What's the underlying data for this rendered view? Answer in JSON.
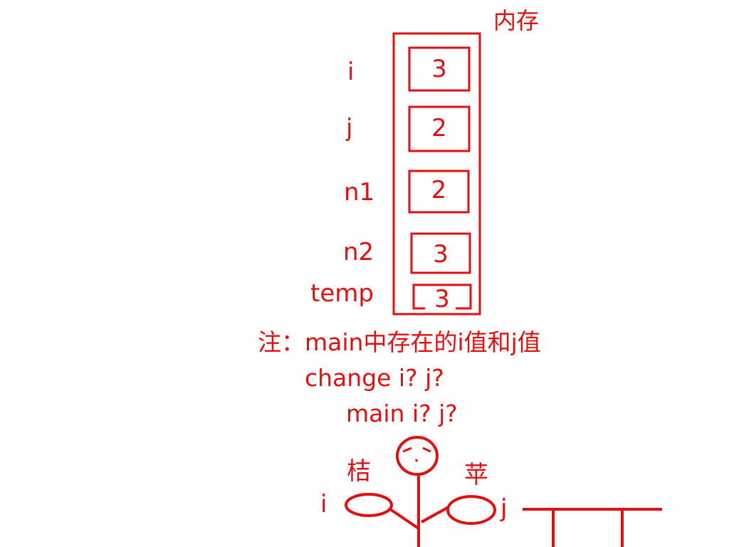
{
  "memory": {
    "title": "内存",
    "cells": [
      {
        "name": "i",
        "value": "3"
      },
      {
        "name": "j",
        "value": "2"
      },
      {
        "name": "n1",
        "value": "2"
      },
      {
        "name": "n2",
        "value": "3"
      },
      {
        "name": "temp",
        "value": "3"
      }
    ]
  },
  "notes": {
    "line1": "注：main中存在的i值和j值",
    "line2": "change  i? j?",
    "line3": "main i? j?"
  },
  "figure": {
    "left_label": "桔",
    "right_label": "苹",
    "left_hand": "i",
    "right_hand": "j"
  },
  "colors": {
    "ink": "#e01010",
    "background": "#ffffff"
  }
}
